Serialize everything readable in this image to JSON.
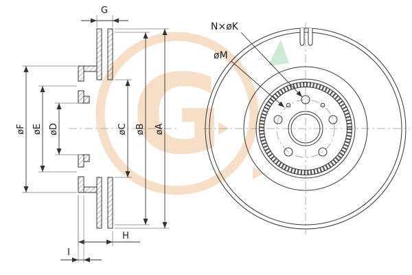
{
  "dimensions": {
    "g": "G",
    "f": "øF",
    "e": "øE",
    "d": "øD",
    "c": "øC",
    "b": "øB",
    "a": "øA",
    "h": "H",
    "i": "I"
  },
  "callouts": {
    "holes": "N×øK",
    "bolt_circle": "øM"
  },
  "watermark": {
    "letter": "G"
  },
  "colors": {
    "line": "#333333",
    "watermark_orange": "#f0c49a",
    "watermark_green": "#a8d8b0"
  }
}
